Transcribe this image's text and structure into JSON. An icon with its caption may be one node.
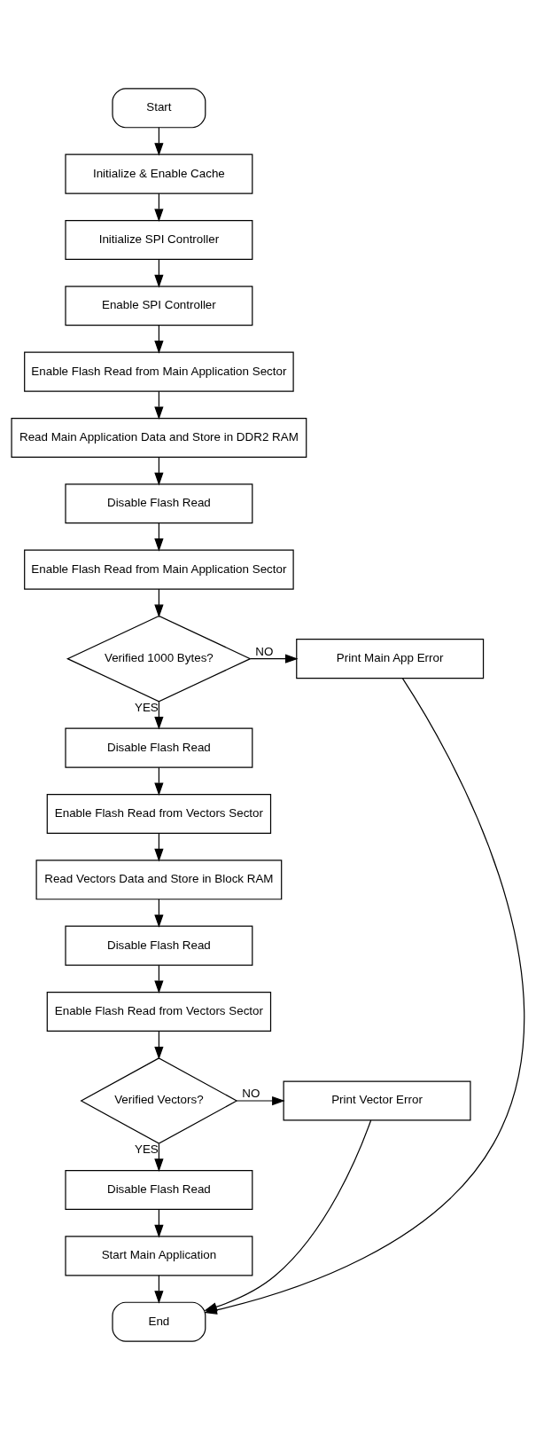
{
  "diagram": {
    "nodes": [
      {
        "text": [
          "Start"
        ]
      },
      {
        "text": [
          "Initialize & Enable Cache"
        ]
      },
      {
        "text": [
          "Initialize SPI Controller"
        ]
      },
      {
        "text": [
          "Enable SPI Controller"
        ]
      },
      {
        "text": [
          "Enable Flash Read from Main Application Sector"
        ]
      },
      {
        "text": [
          "Read Main Application Data and Store in DDR2 RAM"
        ]
      },
      {
        "text": [
          "Disable Flash Read"
        ]
      },
      {
        "text": [
          "Enable Flash Read from Main Application Sector"
        ]
      },
      {
        "text": [
          "Verified 1000 Bytes?"
        ]
      },
      {
        "text": [
          "Print Main App Error"
        ]
      },
      {
        "text": [
          "Disable Flash Read"
        ]
      },
      {
        "text": [
          "Enable Flash Read from Vectors Sector"
        ]
      },
      {
        "text": [
          "Read Vectors Data and Store in Block RAM"
        ]
      },
      {
        "text": [
          "Disable Flash Read"
        ]
      },
      {
        "text": [
          "Enable Flash Read from Vectors Sector"
        ]
      },
      {
        "text": [
          "Verified Vectors?"
        ]
      },
      {
        "text": [
          "Print Vector Error"
        ]
      },
      {
        "text": [
          "Disable Flash Read"
        ]
      },
      {
        "text": [
          "Start Main Application"
        ]
      },
      {
        "text": [
          "End"
        ]
      }
    ],
    "edges": [
      {
        "from": 0,
        "to": 1,
        "arrow": "to"
      },
      {
        "from": 1,
        "to": 2,
        "arrow": "to"
      },
      {
        "from": 2,
        "to": 3,
        "arrow": "to"
      },
      {
        "from": 3,
        "to": 4,
        "arrow": "to"
      },
      {
        "from": 4,
        "to": 5,
        "arrow": "to"
      },
      {
        "from": 5,
        "to": 6,
        "arrow": "to"
      },
      {
        "from": 6,
        "to": 7,
        "arrow": "to"
      },
      {
        "from": 7,
        "to": 8,
        "arrow": "to"
      },
      {
        "from": 8,
        "to": 9,
        "label": "NO",
        "arrow": "to"
      },
      {
        "from": 8,
        "to": 10,
        "label": "YES",
        "arrow": "to"
      },
      {
        "from": 10,
        "to": 11,
        "arrow": "to"
      },
      {
        "from": 11,
        "to": 12,
        "arrow": "to"
      },
      {
        "from": 12,
        "to": 13,
        "arrow": "to"
      },
      {
        "from": 13,
        "to": 14,
        "arrow": "to"
      },
      {
        "from": 14,
        "to": 15,
        "arrow": "to"
      },
      {
        "from": 15,
        "to": 16,
        "label": "NO",
        "arrow": "to"
      },
      {
        "from": 15,
        "to": 17,
        "label": "YES",
        "arrow": "to"
      },
      {
        "from": 17,
        "to": 18,
        "arrow": "to"
      },
      {
        "from": 18,
        "to": 19,
        "arrow": "to"
      },
      {
        "from": 9,
        "to": 19,
        "arrow": "to"
      },
      {
        "from": 16,
        "to": 19,
        "arrow": "to"
      }
    ]
  }
}
